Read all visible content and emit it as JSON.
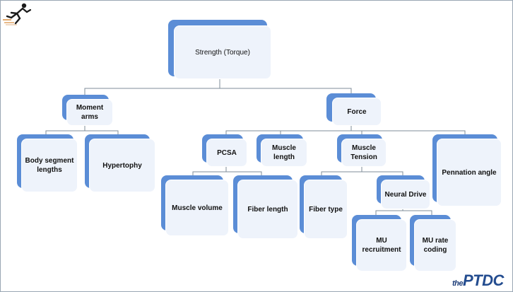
{
  "diagram": {
    "nodes": [
      {
        "id": "strength",
        "label": "Strength (Torque)"
      },
      {
        "id": "moment-arms",
        "label": "Moment arms"
      },
      {
        "id": "force",
        "label": "Force"
      },
      {
        "id": "body-segment-lengths",
        "label": "Body segment lengths"
      },
      {
        "id": "hypertophy",
        "label": "Hypertophy"
      },
      {
        "id": "pcsa",
        "label": "PCSA"
      },
      {
        "id": "muscle-length",
        "label": "Muscle length"
      },
      {
        "id": "muscle-tension",
        "label": "Muscle Tension"
      },
      {
        "id": "pennation-angle",
        "label": "Pennation angle"
      },
      {
        "id": "muscle-volume",
        "label": "Muscle volume"
      },
      {
        "id": "fiber-length",
        "label": "Fiber length"
      },
      {
        "id": "fiber-type",
        "label": "Fiber type"
      },
      {
        "id": "neural-drive",
        "label": "Neural Drive"
      },
      {
        "id": "mu-recruitment",
        "label": "MU recruitment"
      },
      {
        "id": "mu-rate-coding",
        "label": "MU rate coding"
      }
    ],
    "edges": [
      [
        "strength",
        "moment-arms"
      ],
      [
        "strength",
        "force"
      ],
      [
        "moment-arms",
        "body-segment-lengths"
      ],
      [
        "moment-arms",
        "hypertophy"
      ],
      [
        "force",
        "pcsa"
      ],
      [
        "force",
        "muscle-length"
      ],
      [
        "force",
        "muscle-tension"
      ],
      [
        "force",
        "pennation-angle"
      ],
      [
        "pcsa",
        "muscle-volume"
      ],
      [
        "pcsa",
        "fiber-length"
      ],
      [
        "muscle-tension",
        "fiber-type"
      ],
      [
        "muscle-tension",
        "neural-drive"
      ],
      [
        "neural-drive",
        "mu-recruitment"
      ],
      [
        "neural-drive",
        "mu-rate-coding"
      ]
    ],
    "colors": {
      "box_back": "#5b8dd6",
      "box_front": "#eef3fb",
      "line": "#7f8c99"
    }
  },
  "branding": {
    "logo_the": "the",
    "logo_ptdc": "PTDC",
    "runner_icon": "runner-icon"
  }
}
